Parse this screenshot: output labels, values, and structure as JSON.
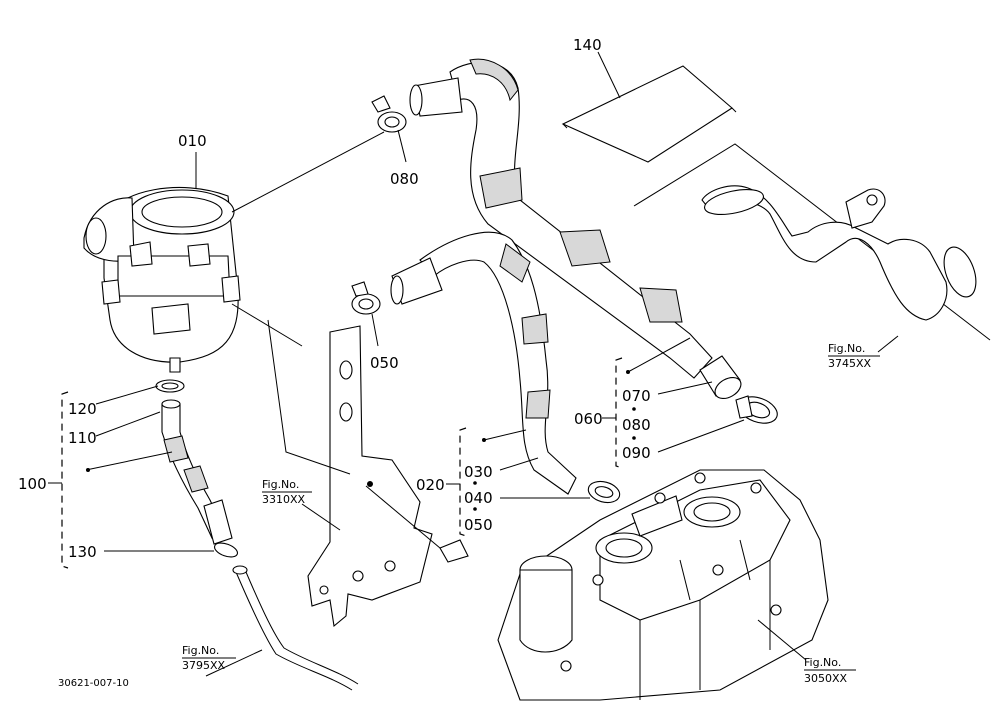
{
  "diagram": {
    "labels": {
      "p010": "010",
      "p020": "020",
      "p030": "030",
      "p040": "040",
      "p050_group": "050",
      "p050_clamp": "050",
      "p060": "060",
      "p070": "070",
      "p080_group": "080",
      "p080_clamp": "080",
      "p090": "090",
      "p100": "100",
      "p110": "110",
      "p120": "120",
      "p130": "130",
      "p140": "140"
    },
    "fig_refs": {
      "fig3310": {
        "line1": "Fig.No.",
        "line2": "3310XX"
      },
      "fig3745": {
        "line1": "Fig.No.",
        "line2": "3745XX"
      },
      "fig3795": {
        "line1": "Fig.No.",
        "line2": "3795XX"
      },
      "fig3050": {
        "line1": "Fig.No.",
        "line2": "3050XX"
      }
    },
    "drawing_code": "30621-007-10"
  }
}
